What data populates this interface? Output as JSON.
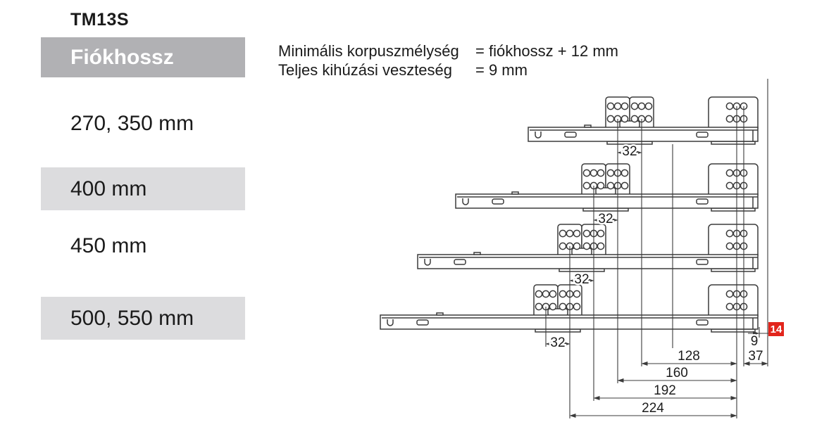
{
  "page": {
    "title": "TM13S"
  },
  "left_panel": {
    "header": "Fiókhossz",
    "rows": [
      {
        "label": "270, 350 mm"
      },
      {
        "label": "400 mm"
      },
      {
        "label": "450 mm"
      },
      {
        "label": "500, 550 mm"
      }
    ]
  },
  "specs": [
    {
      "name": "Minimális korpuszmélység",
      "value": "= fiókhossz + 12 mm"
    },
    {
      "name": "Teljes kihúzási veszteség",
      "value": "= 9 mm"
    }
  ],
  "diagram": {
    "pitch_dims": [
      "32",
      "32",
      "32",
      "32"
    ],
    "depth_dims": [
      "128",
      "160",
      "192",
      "224"
    ],
    "front_offset_dim": "37",
    "extension_loss_dim": "9",
    "page_ref_badge": "14",
    "colors": {
      "line": "#3b3b3b",
      "badge_red": "#e2251c",
      "band_gray": "#dcdcde",
      "header_gray": "#b1b1b4"
    }
  }
}
